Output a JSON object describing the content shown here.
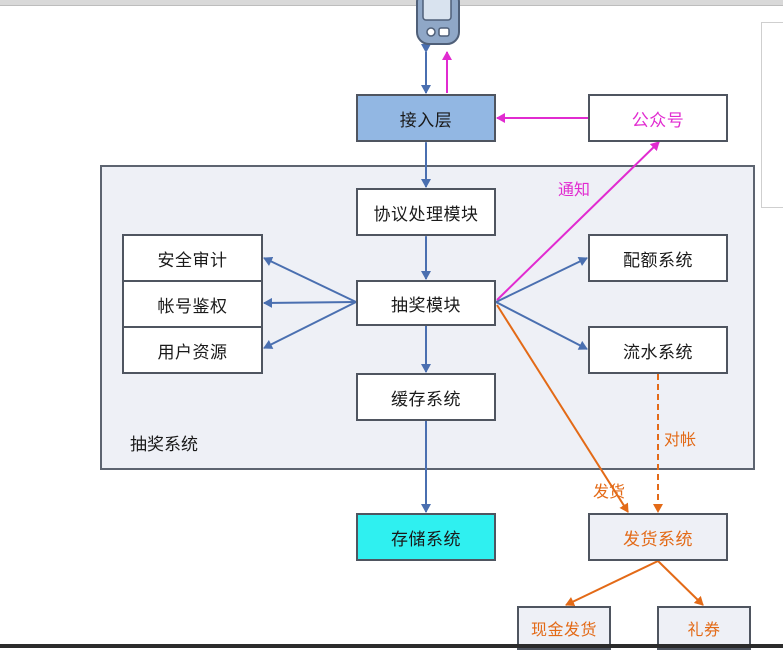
{
  "diagram": {
    "nodes": {
      "access_layer": "接入层",
      "official_account": "公众号",
      "protocol_module": "协议处理模块",
      "security_audit": "安全审计",
      "account_auth": "帐号鉴权",
      "user_resource": "用户资源",
      "lottery_module": "抽奖模块",
      "quota_system": "配额系统",
      "flow_system": "流水系统",
      "cache_system": "缓存系统",
      "storage_system": "存储系统",
      "shipping_system": "发货系统",
      "cash_shipping": "现金发货",
      "gift_coupon": "礼券"
    },
    "system_label": "抽奖系统",
    "edge_labels": {
      "notify": "通知",
      "reconcile": "对帐",
      "ship": "发货"
    },
    "colors": {
      "blue_arrow": "#4a6fb0",
      "pink_arrow": "#e12bd0",
      "orange_arrow": "#e36a17",
      "access_fill": "#92b7e3",
      "storage_fill": "#2ff0f0"
    },
    "icons": {
      "client": "phone-icon"
    }
  }
}
